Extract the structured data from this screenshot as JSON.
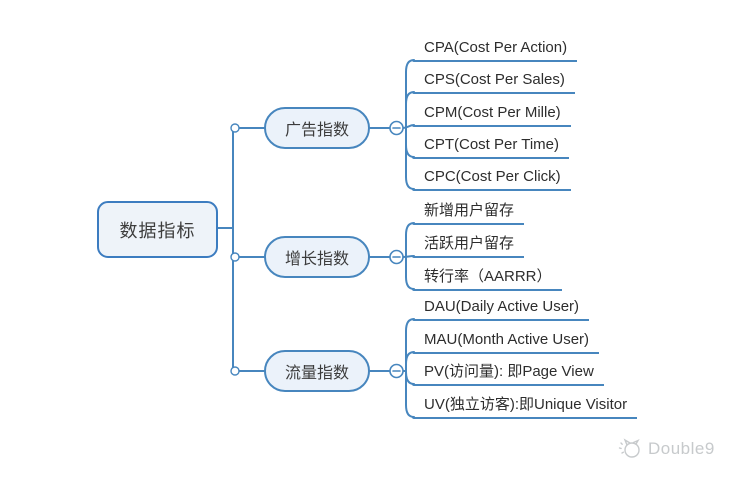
{
  "root": {
    "label": "数据指标"
  },
  "branches": [
    {
      "label": "广告指数",
      "children": [
        "CPA(Cost Per Action)",
        "CPS(Cost Per Sales)",
        "CPM(Cost Per Mille)",
        "CPT(Cost Per Time)",
        "CPC(Cost Per Click)"
      ]
    },
    {
      "label": "增长指数",
      "children": [
        "新增用户留存",
        "活跃用户留存",
        "转行率（AARRR）"
      ]
    },
    {
      "label": "流量指数",
      "children": [
        "DAU(Daily Active User)",
        "MAU(Month Active User)",
        "PV(访问量): 即Page View",
        "UV(独立访客):即Unique Visitor"
      ]
    }
  ],
  "watermark": {
    "label": "Double9"
  },
  "icons": {
    "collapse": "−",
    "junction": "○",
    "logo": "cat-logo-icon"
  },
  "colors": {
    "line": "#4786BE",
    "node_border": "#3C7CC0",
    "node_fill": "#EBF2FA",
    "text": "#333333",
    "watermark": "#C7CACC",
    "background": "#FFFFFF"
  }
}
